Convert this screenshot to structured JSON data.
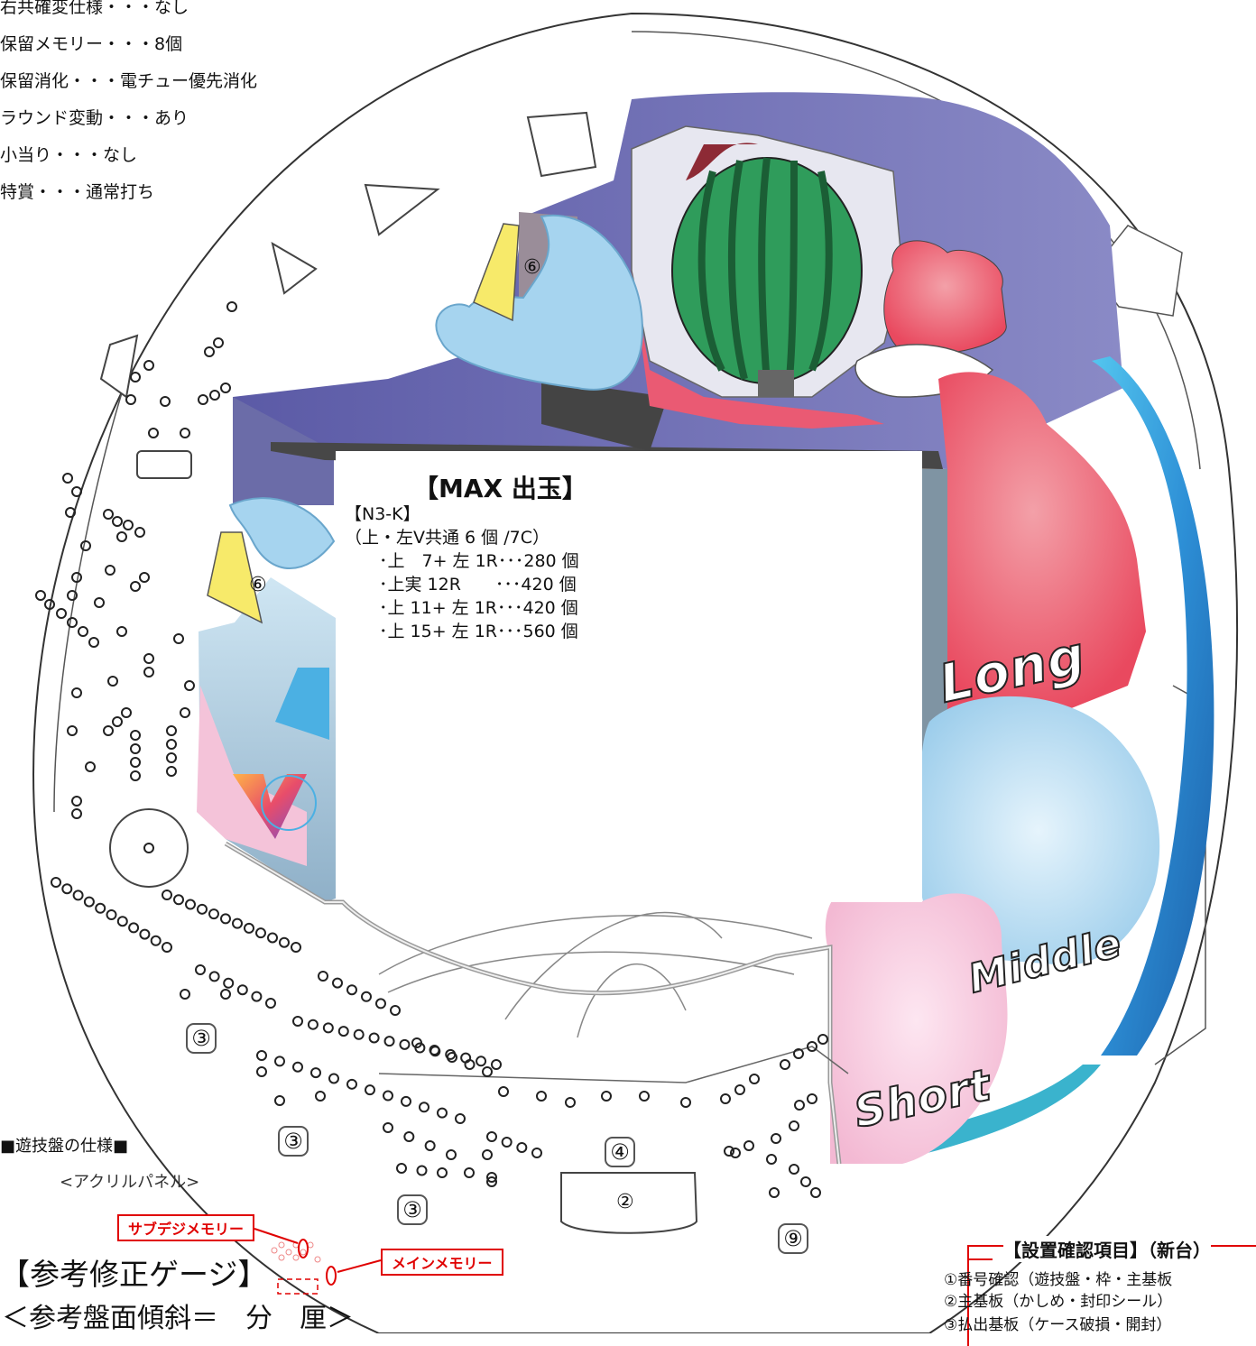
{
  "spec_list": [
    "右共確変仕様・・・なし",
    "保留メモリー・・・8個",
    "保留消化・・・電チュー優先消化",
    "ラウンド変動・・・あり",
    "小当り・・・なし",
    "特賞・・・通常打ち"
  ],
  "max_output": {
    "title": "【MAX 出玉】",
    "model": "【N3-K】",
    "common": "（上・左V共通 6 個 /7C）",
    "lines": [
      "･上　7+ 左 1R･･･280 個",
      "･上実 12R　　･･･420 個",
      "･上 11+ 左 1R･･･420 個",
      "･上 15+ 左 1R･･･560 個"
    ]
  },
  "pin_marks": {
    "six": "⑥",
    "three": "③",
    "four": "④",
    "two": "②",
    "nine": "⑨"
  },
  "logos": {
    "long": "Long",
    "middle": "Middle",
    "short": "Short"
  },
  "board_spec": "■遊技盤の仕様■",
  "acrylic_panel": "<アクリルパネル>",
  "sub_memory": "サブデジメモリー",
  "main_memory": "メインメモリー",
  "gauge_title": "【参考修正ゲージ】",
  "gauge_sub": "＜参考盤面傾斜＝　分　厘＞",
  "check_items": {
    "title": "【設置確認項目】（新台）",
    "items": [
      "①番号確認（遊技盤・枠・主基板",
      "②主基板（かしめ・封印シール）",
      "③払出基板（ケース破損・開封）"
    ]
  },
  "colors": {
    "purple": "#6f6fae",
    "pink_red": "#ea5a73",
    "light_blue": "#a9d6f0",
    "yellow": "#f7ea6a",
    "red": "#e00000"
  }
}
